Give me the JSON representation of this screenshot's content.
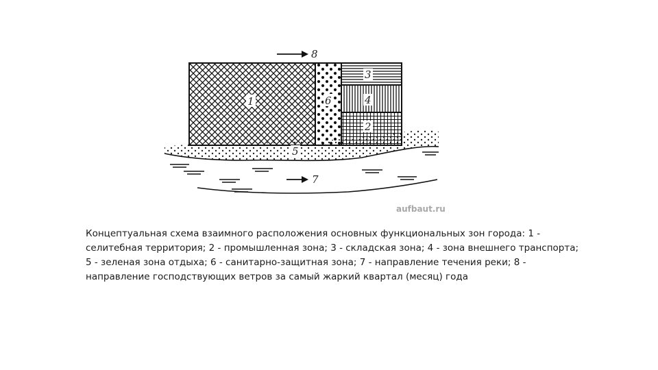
{
  "diagram": {
    "labels": {
      "zone1": "1",
      "zone2": "2",
      "zone3": "3",
      "zone4": "4",
      "zone5": "5",
      "zone6": "6",
      "river_arrow": "7",
      "wind_arrow": "8"
    },
    "watermark": "aufbaut.ru"
  },
  "caption": "Концептуальная схема взаимного расположения основных функциональных зон города: 1 - селитебная территория; 2 - промышленная зона; 3 -  складская зона; 4 - зона внешнего транспорта; 5 - зеленая зона отдыха; 6 - санитарно-защитная зона; 7 - направление течения реки; 8 - направление господствующих ветров за самый жаркий квартал (месяц) года"
}
